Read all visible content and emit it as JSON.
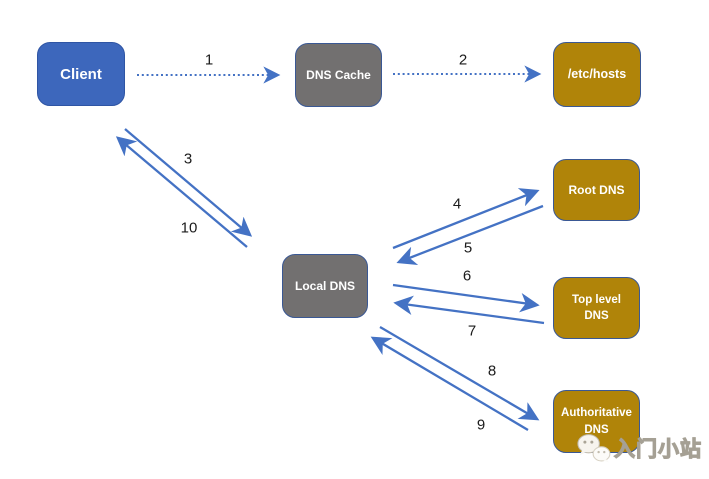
{
  "diagram": {
    "type": "flow-diagram",
    "nodes": [
      {
        "id": "client",
        "label": "Client",
        "role": "client",
        "color": "#3D67BC"
      },
      {
        "id": "dns-cache",
        "label": "DNS Cache",
        "role": "cache",
        "color": "#727070"
      },
      {
        "id": "etc-hosts",
        "label": "/etc/hosts",
        "role": "hosts-file",
        "color": "#B08409"
      },
      {
        "id": "root-dns",
        "label": "Root DNS",
        "role": "dns-server",
        "color": "#B08409"
      },
      {
        "id": "local-dns",
        "label": "Local DNS",
        "role": "dns-server",
        "color": "#727070"
      },
      {
        "id": "top-level-dns",
        "label": "Top level DNS",
        "role": "dns-server",
        "color": "#B08409"
      },
      {
        "id": "authoritative-dns",
        "label": "Authoritative DNS",
        "role": "dns-server",
        "color": "#B08409"
      }
    ],
    "edges": [
      {
        "label": "1",
        "from": "Client",
        "to": "DNS Cache",
        "style": "dotted"
      },
      {
        "label": "2",
        "from": "DNS Cache",
        "to": "/etc/hosts",
        "style": "dotted"
      },
      {
        "label": "3",
        "from": "Client",
        "to": "Local DNS",
        "style": "solid"
      },
      {
        "label": "4",
        "from": "Local DNS",
        "to": "Root DNS",
        "style": "solid"
      },
      {
        "label": "5",
        "from": "Root DNS",
        "to": "Local DNS",
        "style": "solid"
      },
      {
        "label": "6",
        "from": "Local DNS",
        "to": "Top level DNS",
        "style": "solid"
      },
      {
        "label": "7",
        "from": "Top level DNS",
        "to": "Local DNS",
        "style": "solid"
      },
      {
        "label": "8",
        "from": "Local DNS",
        "to": "Authoritative DNS",
        "style": "solid"
      },
      {
        "label": "9",
        "from": "Authoritative DNS",
        "to": "Local DNS",
        "style": "solid"
      },
      {
        "label": "10",
        "from": "Local DNS",
        "to": "Client",
        "style": "solid"
      }
    ],
    "colors": {
      "arrow": "#4472C4",
      "edge_label_text": "#1B1B1B",
      "node_text": "#FFFFFF"
    }
  },
  "watermark": {
    "text": "入门小站",
    "icon": "wechat-icon"
  }
}
